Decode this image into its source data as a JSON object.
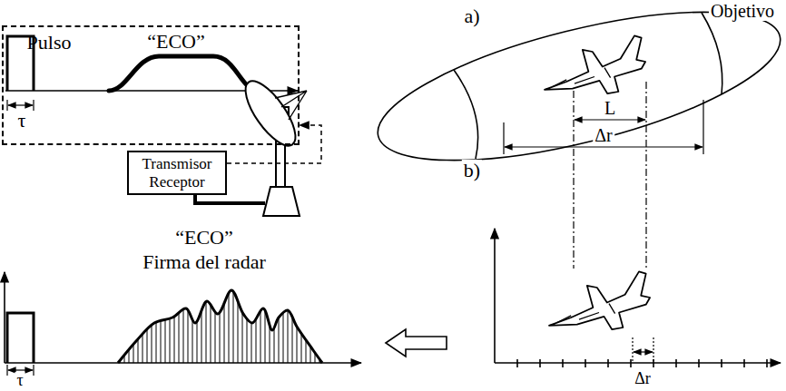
{
  "diagram": {
    "nodes": [
      {
        "text": [
          "Pulso",
          "“ECO”",
          "τ"
        ]
      },
      {
        "text": [
          "Transmisor Receptor"
        ]
      }
    ],
    "edges": [
      {
        "from": 1,
        "to": 0,
        "arrow": "to"
      }
    ],
    "labels": [
      "a)",
      "Objetivo",
      "L",
      "Δr",
      "b)",
      "“ECO”",
      "Firma del radar",
      "τ",
      "Δr"
    ]
  }
}
